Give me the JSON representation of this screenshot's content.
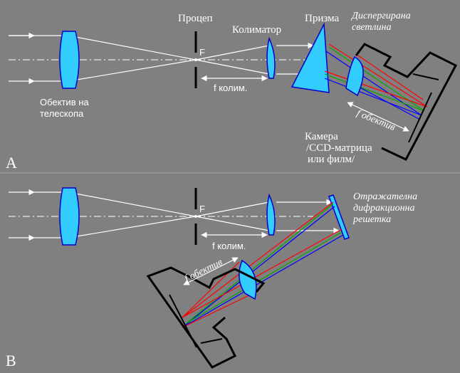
{
  "colors": {
    "background": "#808080",
    "ray": "#ffffff",
    "lens": "#33ccff",
    "lens_edge": "#0000cc",
    "red": "#ff0000",
    "green": "#00aa00",
    "blue": "#0000ff",
    "frame": "#000000"
  },
  "labels": {
    "panel_a": "A",
    "panel_b": "B",
    "slit": "Процеп",
    "focus_a": "F",
    "focus_b": "F",
    "collimator": "Колиматор",
    "prism": "Призма",
    "dispersed_1": "Диспергирана",
    "dispersed_2": "светлина",
    "objective_1": "Обектив на",
    "objective_2": "телескопа",
    "f_colim_a": "f колим.",
    "f_colim_b": "f колим.",
    "f_obj_a": "f обектив",
    "f_obj_b": "f обектив",
    "camera_1": "Камера",
    "camera_2": "/CCD-матрица",
    "camera_3": "или филм/",
    "grating_1": "Отражателна",
    "grating_2": "дифракционна",
    "grating_3": "решетка"
  }
}
